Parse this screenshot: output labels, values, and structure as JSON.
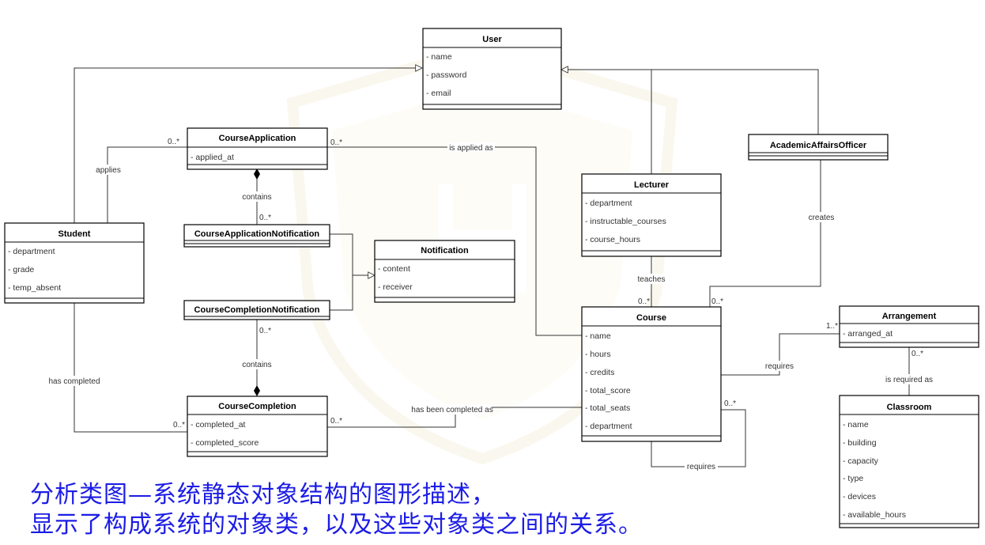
{
  "classes": {
    "user": {
      "name": "User",
      "attrs": [
        "- name",
        "- password",
        "- email"
      ]
    },
    "course_application": {
      "name": "CourseApplication",
      "attrs": [
        "- applied_at"
      ]
    },
    "student": {
      "name": "Student",
      "attrs": [
        "- department",
        "- grade",
        "- temp_absent"
      ]
    },
    "cano": {
      "name": "CourseApplicationNotification",
      "attrs": []
    },
    "notification": {
      "name": "Notification",
      "attrs": [
        "- content",
        "- receiver"
      ]
    },
    "ccno": {
      "name": "CourseCompletionNotification",
      "attrs": []
    },
    "course_completion": {
      "name": "CourseCompletion",
      "attrs": [
        "- completed_at",
        "- completed_score"
      ]
    },
    "lecturer": {
      "name": "Lecturer",
      "attrs": [
        "- department",
        "- instructable_courses",
        "- course_hours"
      ]
    },
    "officer": {
      "name": "AcademicAffairsOfficer",
      "attrs": []
    },
    "course": {
      "name": "Course",
      "attrs": [
        "- name",
        "- hours",
        "- credits",
        "- total_score",
        "- total_seats",
        "- department"
      ]
    },
    "arrangement": {
      "name": "Arrangement",
      "attrs": [
        "- arranged_at"
      ]
    },
    "classroom": {
      "name": "Classroom",
      "attrs": [
        "- name",
        "- building",
        "- capacity",
        "- type",
        "- devices",
        "- available_hours"
      ]
    }
  },
  "labels": {
    "applies": "applies",
    "is_applied_as": "is applied as",
    "contains_top": "contains",
    "contains_bottom": "contains",
    "has_completed": "has completed",
    "has_been_completed_as": "has been completed as",
    "teaches": "teaches",
    "creates": "creates",
    "requires_arr": "requires",
    "requires_self": "requires",
    "is_required_as": "is required as"
  },
  "multiplicities": {
    "apply_student": "0..*",
    "apply_course": "0..*",
    "contains_top": "0..*",
    "contains_bottom": "0..*",
    "complete_student": "0..*",
    "complete_course": "0..*",
    "teaches_course": "0..*",
    "creates_course": "0..*",
    "arrangement_course": "1..*",
    "arrangement_classroom": "0..*",
    "self_requires": "0..*"
  },
  "caption": {
    "line1": "分析类图—系统静态对象结构的图形描述，",
    "line2": "显示了构成系统的对象类，以及这些对象类之间的关系。"
  },
  "colors": {
    "caption": "#1c1ce6",
    "watermark": "#c9a227"
  }
}
